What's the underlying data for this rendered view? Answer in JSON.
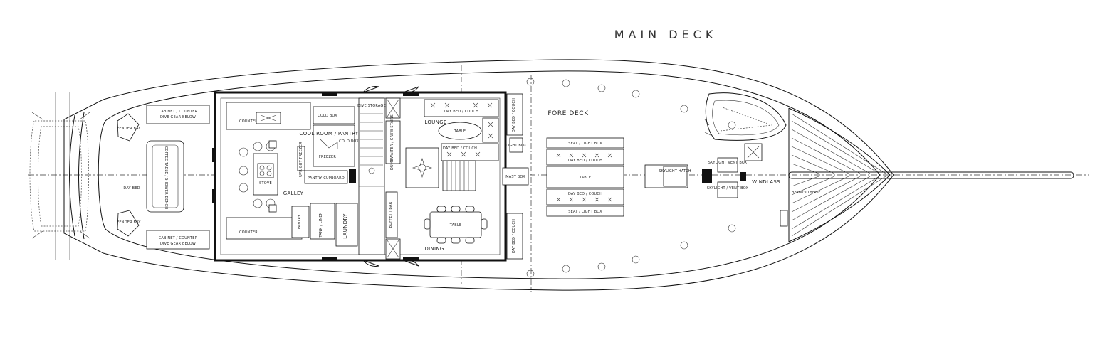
{
  "drawing_title": "MAIN DECK",
  "areas": {
    "day_bed": "DAY BED",
    "galley": "GALLEY",
    "lounge": "LOUNGE",
    "dining": "DINING",
    "fore_deck": "FORE DECK",
    "windlass": "WINDLASS",
    "laundry": "LAUNDRY",
    "bosuns_locker": "Bosun's Locker"
  },
  "fixtures": {
    "cabinet_top": "CABINET / COUNTER",
    "cabinet_top_sub": "DIVE GEAR BELOW",
    "cabinet_bottom": "CABINET / COUNTER",
    "cabinet_bottom_sub": "DIVE GEAR BELOW",
    "fender_top": "FENDER BAY",
    "fender_bottom": "FENDER BAY",
    "bench_stern": "COFFEE TABLE / SHOWER BENCH",
    "counter_top": "COUNTER",
    "counter_bottom": "COUNTER",
    "cold_box": "COLD BOX",
    "cool_room": "COOL ROOM / PANTRY",
    "cold_box2": "COLD BOX",
    "freezer": "FREEZER",
    "upright_freezer": "UPRIGHT FREEZER",
    "cupboard": "PANTRY CUPBOARD",
    "stove": "STOVE",
    "pantry": "PANTRY",
    "tank_linen": "TANK / LINEN",
    "dive_storage": "DIVE STORAGE",
    "dumbwaiter": "DUMBWAITER / CREW STAIRS",
    "buffet": "BUFFET / BAR",
    "day_bed_couch_top": "DAY BED / COUCH",
    "day_bed_couch_mid": "DAY BED / COUCH",
    "day_bed_couch_side_top": "DAY BED / COUCH",
    "day_bed_couch_side_bottom": "DAY BED / COUCH",
    "lounge_table": "TABLE",
    "dining_table": "TABLE",
    "seat_box_top": "SEAT / LIGHT BOX",
    "day_bed_fore_top": "DAY BED / COUCH",
    "fore_table": "TABLE",
    "day_bed_fore_bottom": "DAY BED / COUCH",
    "seat_box_bottom": "SEAT / LIGHT BOX",
    "skylight": "SKYLIGHT / VENT BOX",
    "skylight_vent": "SKYLIGHT VENT BOX",
    "skylight_hatch": "SKYLIGHT HATCH",
    "mast_box": "MAST BOX",
    "light_box": "LIGHT BOX"
  }
}
